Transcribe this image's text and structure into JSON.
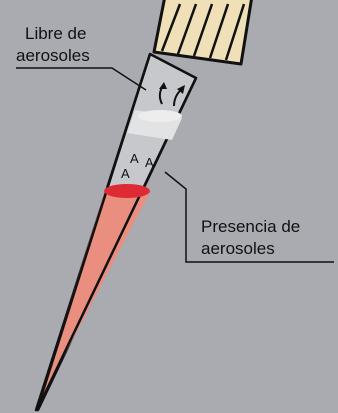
{
  "labels": {
    "top_line1": "Libre de",
    "top_line2": "aerosoles",
    "right_line1": "Presencia de",
    "right_line2": "aerosoles"
  },
  "aerosol_marks": [
    "A",
    "A",
    "A"
  ],
  "colors": {
    "background": "#a9abb0",
    "tip_outline": "#111111",
    "tip_top_fill": "#c7c8cb",
    "filter_fill": "#e2e3e4",
    "liquid_fill": "#ea8f80",
    "liquid_surface": "#dd2a34",
    "cap_fill": "#efe0b8"
  },
  "icons": [
    "airflow-arrow-icon",
    "airflow-arrow-icon"
  ]
}
